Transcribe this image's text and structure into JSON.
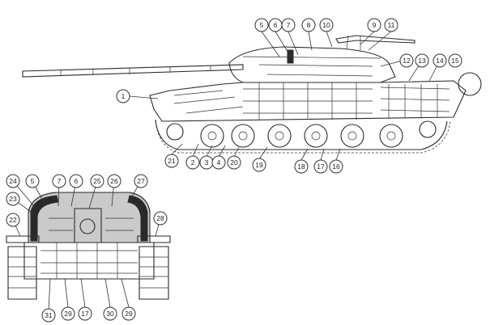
{
  "colors": {
    "ink": "#2a2a2a",
    "paper": "#ffffff"
  },
  "side_view": {
    "callouts": [
      "1",
      "2",
      "3",
      "4",
      "5",
      "6",
      "7",
      "8",
      "9",
      "10",
      "11",
      "12",
      "13",
      "14",
      "15",
      "16",
      "17",
      "18",
      "19",
      "20",
      "21"
    ]
  },
  "front_section": {
    "callouts": [
      "5",
      "7",
      "6",
      "22",
      "23",
      "24",
      "25",
      "26",
      "27",
      "28",
      "29",
      "17",
      "30",
      "29",
      "31"
    ]
  }
}
